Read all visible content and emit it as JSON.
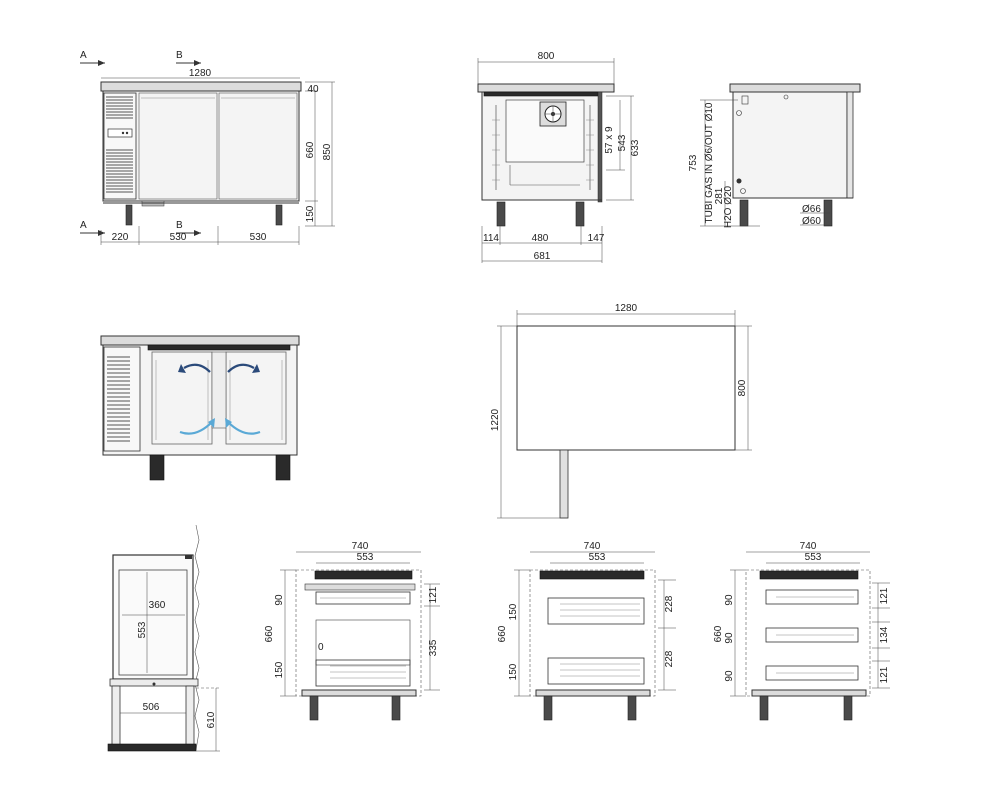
{
  "drawing": {
    "front_view": {
      "section_labels": [
        "A",
        "B",
        "A",
        "B"
      ],
      "width": "1280",
      "height_total": "850",
      "height_body": "660",
      "height_legs": "150",
      "top_thickness": "40",
      "segments": [
        "220",
        "530",
        "530"
      ]
    },
    "side_section": {
      "depth": "800",
      "inner_height_1": "543",
      "inner_height_2": "633",
      "rails": "57 x 9",
      "offset_left": "114",
      "inner_depth": "480",
      "offset_right": "147",
      "base_depth": "681"
    },
    "side_view": {
      "height": "753",
      "pipe_label": "TUBI GAS IN Ø6/OUT Ø10",
      "h2o_label": "H2O Ø20",
      "h2o_height": "281",
      "drain_1": "Ø66",
      "drain_2": "Ø60"
    },
    "airflow_view": {},
    "top_view": {
      "width": "1280",
      "depth": "800",
      "depth_with_leg": "1220"
    },
    "section_a": {
      "inner_width": "360",
      "inner_height": "553",
      "base_width": "506",
      "base_height": "610"
    },
    "drawer_views": [
      {
        "outer_width": "740",
        "inner_width": "553",
        "left_dims": [
          "90",
          "660",
          "150"
        ],
        "right_dims": [
          "121",
          "335"
        ]
      },
      {
        "outer_width": "740",
        "inner_width": "553",
        "left_dims": [
          "150",
          "660",
          "150"
        ],
        "right_dims": [
          "228",
          "228"
        ]
      },
      {
        "outer_width": "740",
        "inner_width": "553",
        "left_dims": [
          "90",
          "660",
          "90",
          "90"
        ],
        "right_dims": [
          "121",
          "134",
          "121"
        ]
      }
    ]
  }
}
